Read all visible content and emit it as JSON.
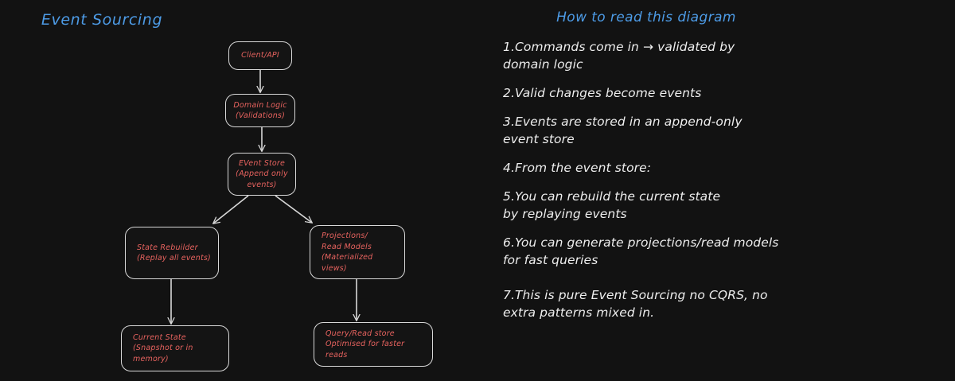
{
  "background_color": "#121212",
  "accent_color": "#4d9be6",
  "node_text_color": "#e8635f",
  "node_border_color": "#d8d8d8",
  "note_text_color": "#eeeeee",
  "diagram": {
    "title": "Event Sourcing",
    "nodes": [
      {
        "id": "client",
        "label": "Client/API"
      },
      {
        "id": "domain",
        "label": "Domain Logic\n(Validations)"
      },
      {
        "id": "eventstore",
        "label": "EVent Store\n(Append only\nevents)"
      },
      {
        "id": "rebuilder",
        "label": "State Rebuilder\n(Replay all events)"
      },
      {
        "id": "projection",
        "label": "Projections/\nRead Models\n(Materialized views)"
      },
      {
        "id": "current",
        "label": "Current State\n(Snapshot or in memory)"
      },
      {
        "id": "query",
        "label": "Query/Read store\nOptimised for faster reads"
      }
    ],
    "edges": [
      {
        "from": "client",
        "to": "domain"
      },
      {
        "from": "domain",
        "to": "eventstore"
      },
      {
        "from": "eventstore",
        "to": "rebuilder"
      },
      {
        "from": "eventstore",
        "to": "projection"
      },
      {
        "from": "rebuilder",
        "to": "current"
      },
      {
        "from": "projection",
        "to": "query"
      }
    ]
  },
  "notes": {
    "title": "How to read this diagram",
    "items": [
      "1.Commands come in → validated by\ndomain logic",
      "2.Valid changes become events",
      "3.Events are stored in an append-only\nevent store",
      "4.From the event store:",
      "5.You can rebuild the current state\nby replaying events",
      "6.You can generate projections/read models\nfor fast queries",
      "7.This is pure Event Sourcing  no CQRS, no\nextra patterns mixed in."
    ]
  }
}
